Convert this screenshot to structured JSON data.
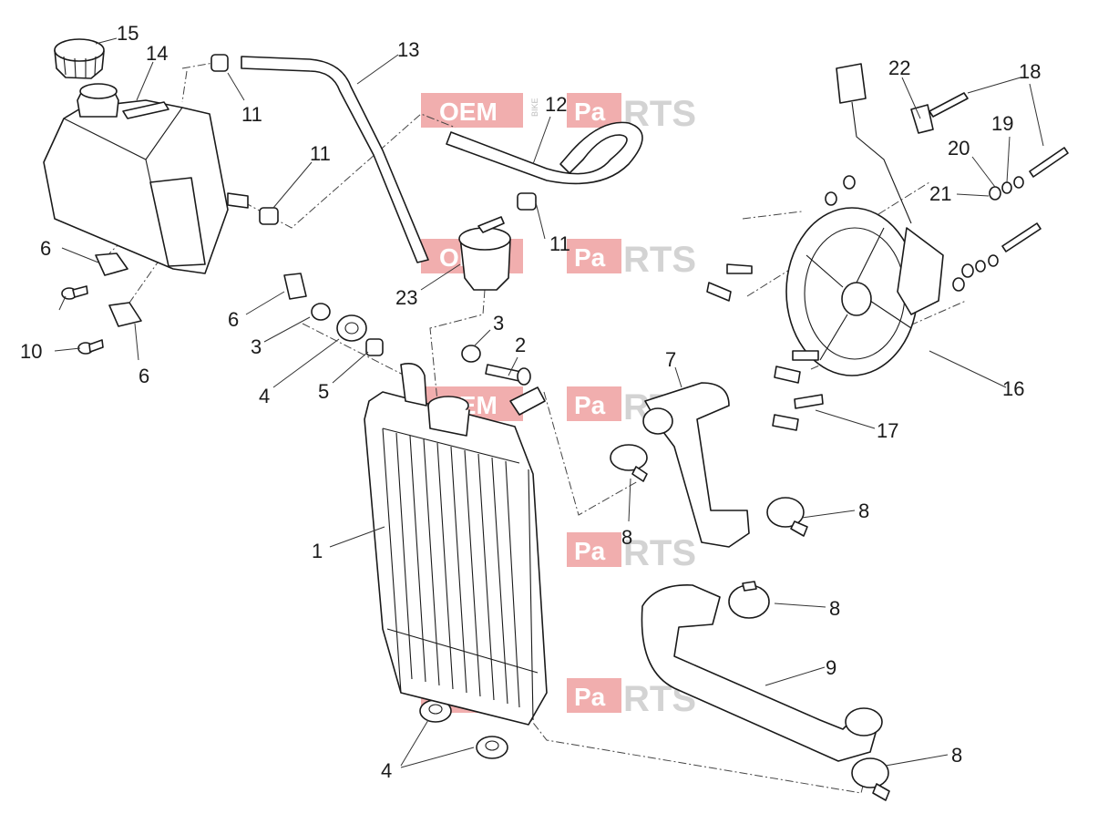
{
  "diagram": {
    "callouts": [
      "15",
      "14",
      "11",
      "13",
      "12",
      "11",
      "11",
      "23",
      "6",
      "6",
      "3",
      "4",
      "5",
      "3",
      "2",
      "6",
      "10",
      "1",
      "7",
      "8",
      "8",
      "8",
      "9",
      "8",
      "4",
      "22",
      "18",
      "19",
      "20",
      "21",
      "16",
      "17"
    ]
  },
  "watermark": {
    "brand_left": "OEM",
    "brand_small": "BIKE",
    "brand_mid": "Pa",
    "brand_right": "RTS"
  },
  "colors": {
    "watermark_red": "#e56b6b",
    "line": "#1a1a1a"
  }
}
